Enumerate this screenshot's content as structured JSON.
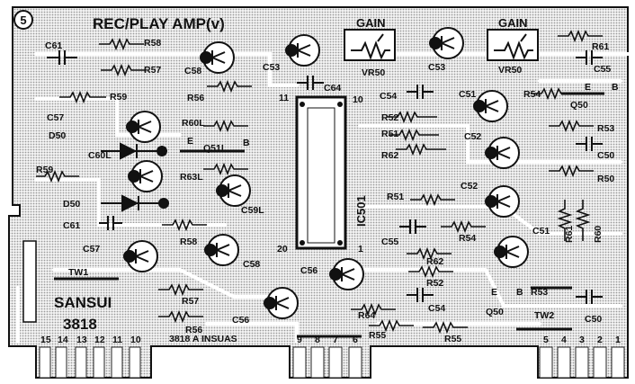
{
  "board": {
    "title": "REC/PLAY AMP(v)",
    "section_number": "5",
    "brand": "SANSUI",
    "part_number": "3818",
    "ic_label": "IC501",
    "gain_left": "GAIN",
    "gain_right": "GAIN",
    "mirror_text": "3818 A INSUAS"
  },
  "labels": {
    "c61a": "C61",
    "r58a": "R58",
    "r57a": "R57",
    "c58a": "C58",
    "c53a": "C53",
    "r59a": "R59",
    "r56a": "R56",
    "c57a": "C57",
    "r60l": "R60L",
    "d50a": "D50",
    "e_left": "E",
    "q51l": "Q51L",
    "b_left": "B",
    "c60l": "C60L",
    "r63l": "R63L",
    "c59l": "C59L",
    "r59b": "R59",
    "d50b": "D50",
    "c61b": "C61",
    "r58b": "R58",
    "c57b": "C57",
    "c58b": "C58",
    "tw1": "TW1",
    "r57b": "R57",
    "r56b": "R56",
    "c56b": "C56",
    "c56a": "C56",
    "c64": "C64",
    "vr50a": "VR50",
    "c53b": "C53",
    "c54a": "C54",
    "r52a": "R52",
    "r51a": "R51",
    "r62a": "R62",
    "r61": "R61",
    "c55a": "C55",
    "vr50b": "VR50",
    "r54a": "R54",
    "e_right": "E",
    "b_right": "B",
    "c51a": "C51",
    "q50a": "Q50",
    "c52a": "C52",
    "r53a": "R53",
    "c50a": "C50",
    "r50a": "R50",
    "r51b": "R51",
    "c52b": "C52",
    "c55b": "C55",
    "r54b": "R54",
    "c51b": "C51",
    "r62b": "R62",
    "r52b": "R52",
    "c54b": "C54",
    "r64": "R64",
    "r55a": "R55",
    "r55b": "R55",
    "e_bot": "E",
    "b_bot": "B",
    "r53b": "R53",
    "q50b": "Q50",
    "tw2": "TW2",
    "c50b": "C50",
    "r61v": "R61",
    "r60v": "R60",
    "pin11": "11",
    "pin10": "10",
    "pin20": "20",
    "pin1": "1"
  },
  "edge_pins_left": [
    "15",
    "14",
    "13",
    "12",
    "11",
    "10"
  ],
  "edge_pins_mid": [
    "9",
    "8",
    "7",
    "6"
  ],
  "edge_pins_right": [
    "5",
    "4",
    "3",
    "2",
    "1"
  ]
}
